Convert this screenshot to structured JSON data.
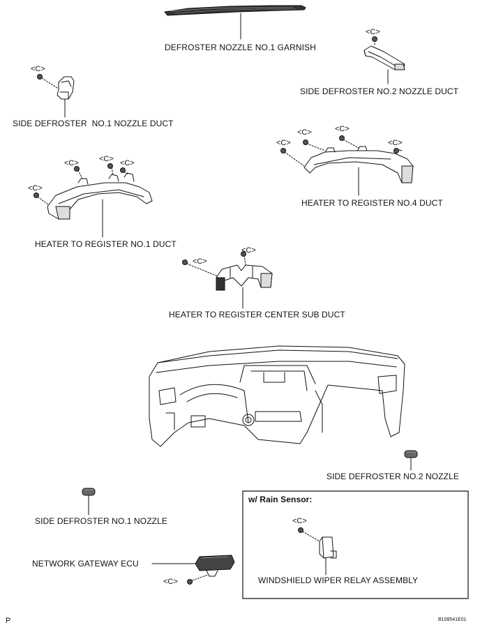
{
  "labels": {
    "garnish": "DEFROSTER NOZZLE NO.1 GARNISH",
    "side_no2_duct": "SIDE DEFROSTER NO.2 NOZZLE DUCT",
    "side_no1_duct": "SIDE DEFROSTER  NO.1 NOZZLE DUCT",
    "reg_no4_duct": "HEATER TO REGISTER NO.4 DUCT",
    "reg_no1_duct": "HEATER TO REGISTER NO.1 DUCT",
    "center_sub_duct": "HEATER TO REGISTER CENTER SUB DUCT",
    "side_no2_nozzle": "SIDE DEFROSTER NO.2 NOZZLE",
    "side_no1_nozzle": "SIDE DEFROSTER NO.1 NOZZLE",
    "gateway_ecu": "NETWORK GATEWAY ECU",
    "wiper_relay": "WINDSHIELD WIPER RELAY ASSEMBLY"
  },
  "clip_tag": "<C>",
  "box_title": "w/ Rain Sensor:",
  "corner_left": "P",
  "figure_id": "B108541E01",
  "line_color": "#111111"
}
